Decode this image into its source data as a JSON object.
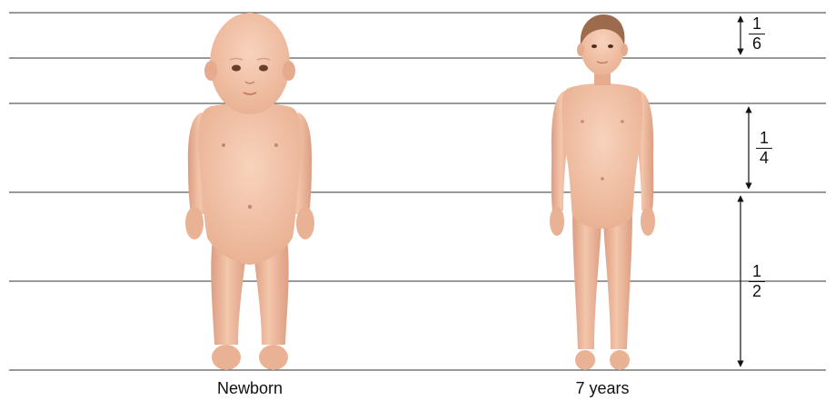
{
  "colors": {
    "skin": "#f2c0a4",
    "skin_shade": "#dc9e83",
    "skin_light": "#f8d3bd",
    "hair_child": "#9c6a4c",
    "hair_baby": "#f0c4a8",
    "line": "#111111"
  },
  "labels": {
    "newborn": "Newborn",
    "seven_years": "7 years"
  },
  "proportions": [
    {
      "numerator": "1",
      "denominator": "6"
    },
    {
      "numerator": "1",
      "denominator": "4"
    },
    {
      "numerator": "1",
      "denominator": "2"
    }
  ]
}
